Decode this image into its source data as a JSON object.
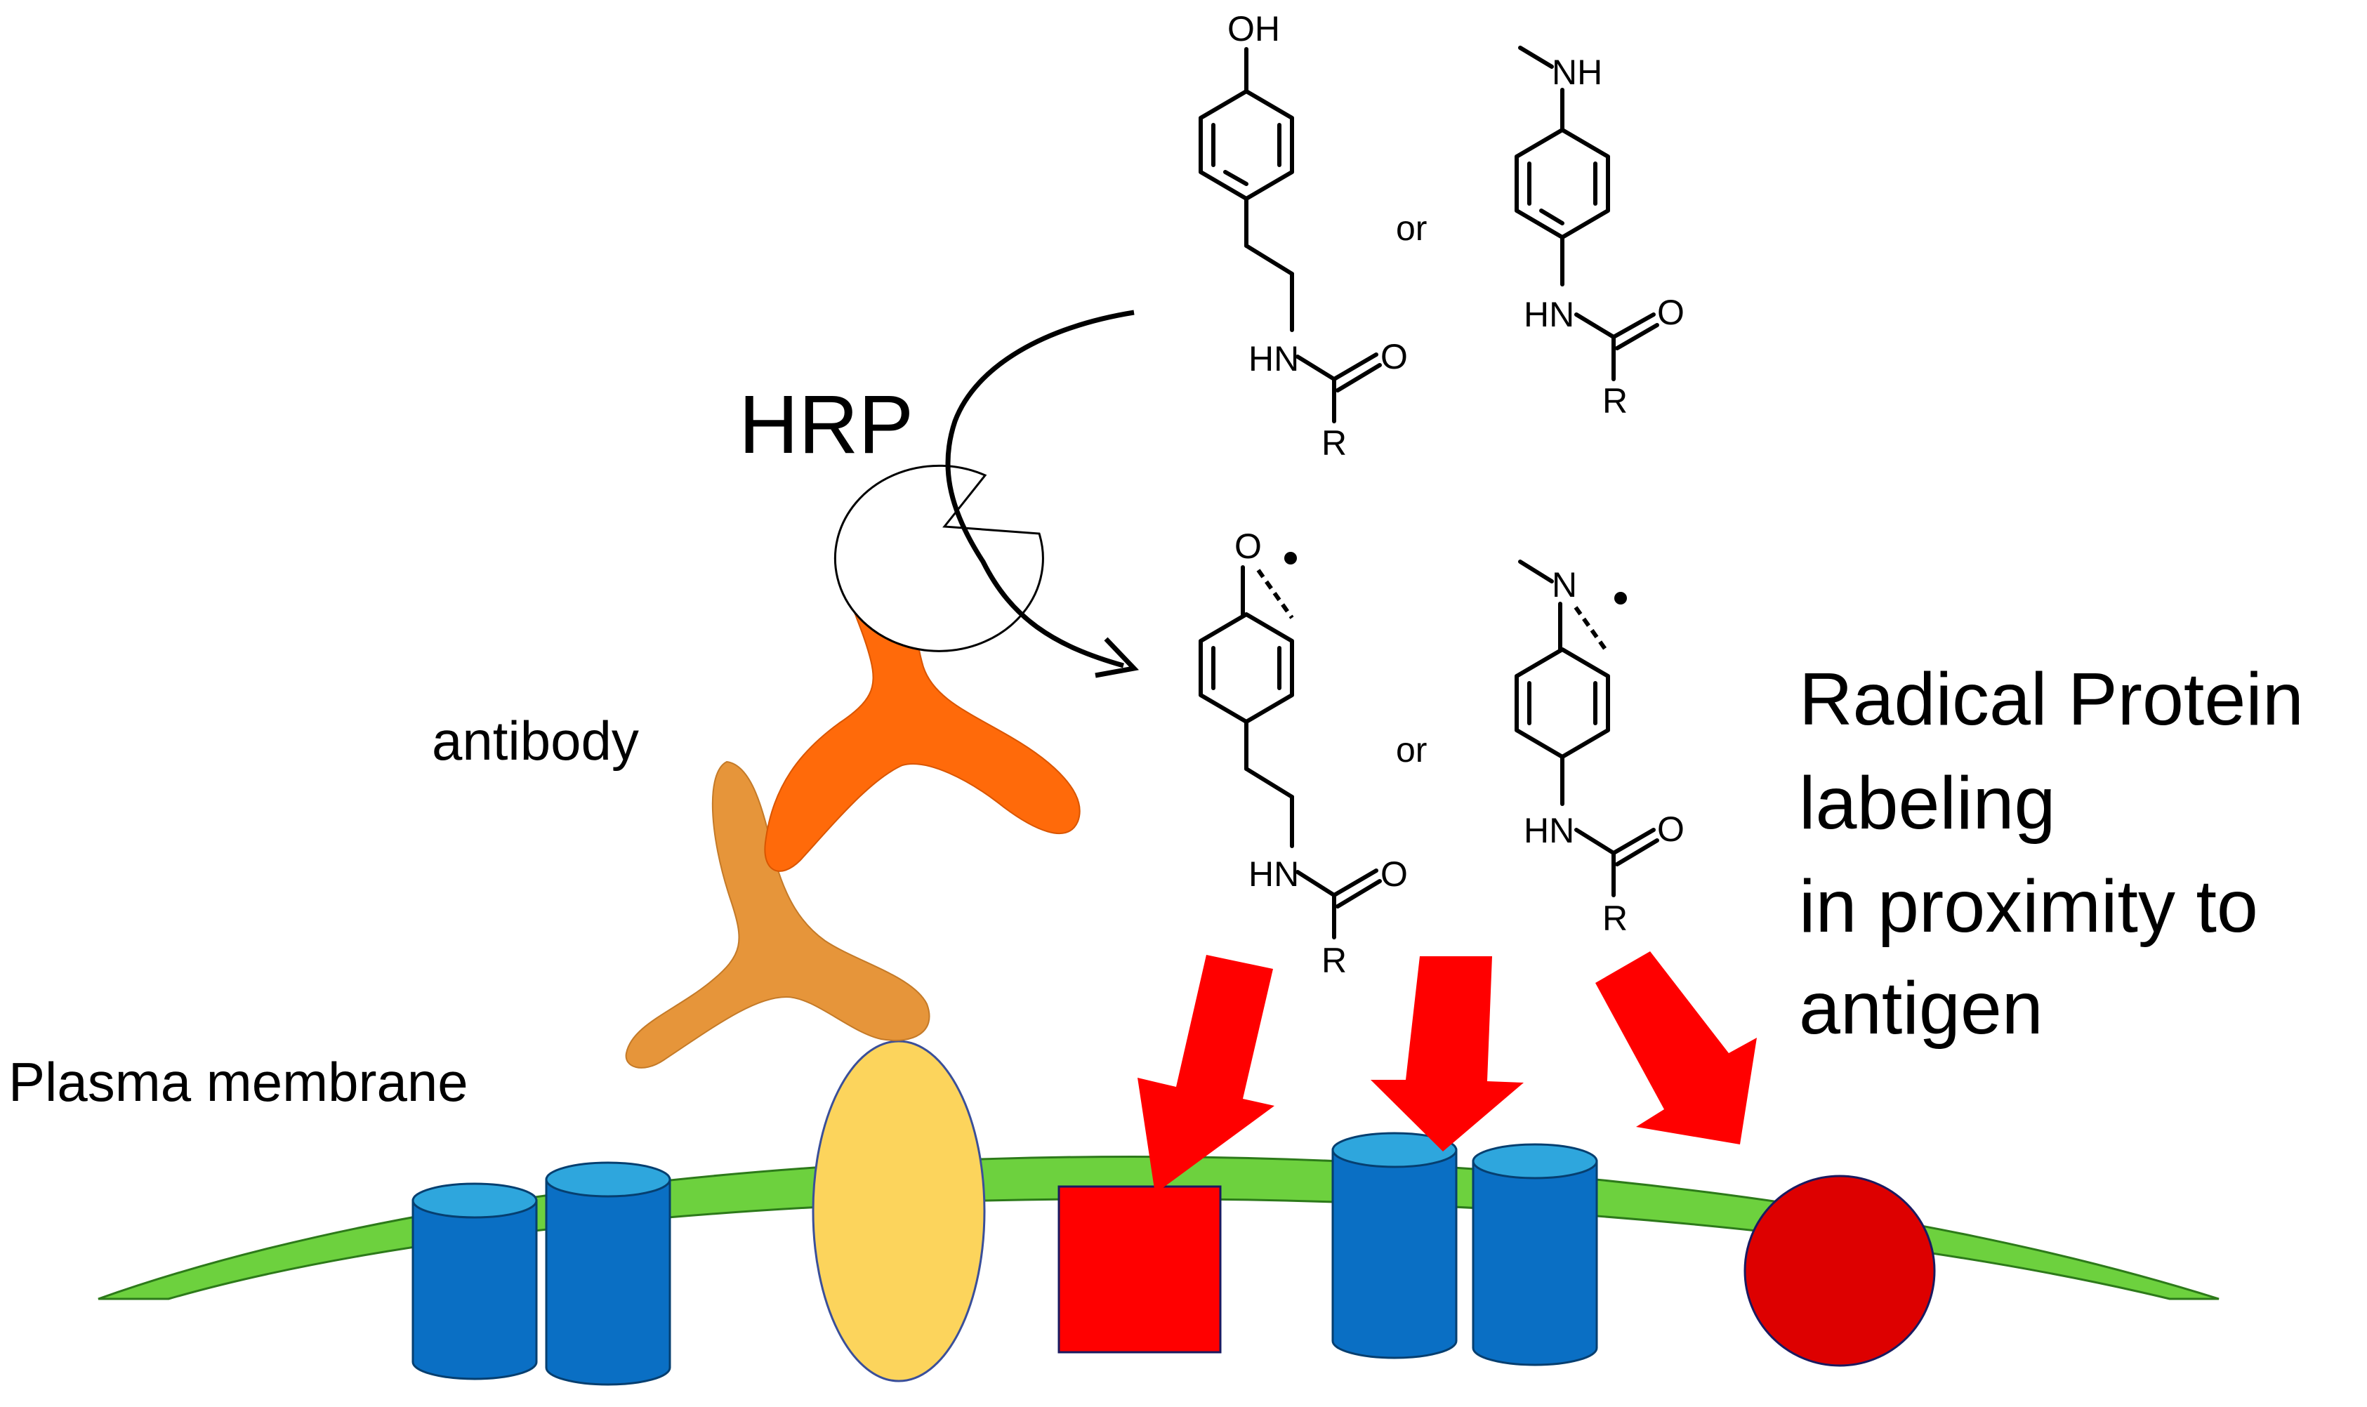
{
  "labels": {
    "hrp": "HRP",
    "antibody": "antibody",
    "membrane": "Plasma membrane",
    "description_lines": [
      "Radical Protein",
      "labeling",
      "in proximity to",
      "antigen"
    ],
    "or": "or"
  },
  "molecules": {
    "tyramide": {
      "oh": "OH",
      "hn": "HN",
      "o": "O",
      "r": "R"
    },
    "aniline": {
      "nh": "NH",
      "hn": "HN",
      "o": "O",
      "r": "R"
    },
    "tyramide_radical": {
      "o": "O",
      "hn": "HN",
      "o2": "O",
      "r": "R"
    },
    "aniline_radical": {
      "n": "N",
      "hn": "HN",
      "o": "O",
      "r": "R"
    }
  },
  "colors": {
    "membrane": "#6dd13e",
    "channel_side": "#0a6fc4",
    "channel_top": "#2ea6dd",
    "antigen": "#fcd45c",
    "primary_antibody": "#e6953a",
    "secondary_antibody": "#ff6a0a",
    "labeled_square": "#ff0000",
    "labeled_circle": "#dd0000",
    "arrow": "#ff0000"
  }
}
